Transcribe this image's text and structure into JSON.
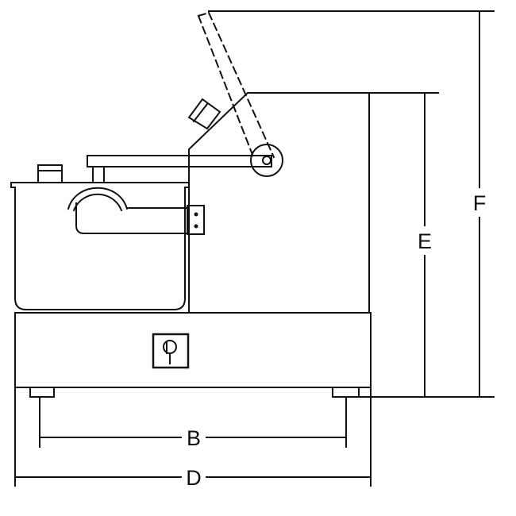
{
  "dimensions": {
    "b": "B",
    "d": "D",
    "e": "E",
    "f": "F"
  },
  "colors": {
    "stroke": "#111111",
    "background": "#ffffff"
  }
}
